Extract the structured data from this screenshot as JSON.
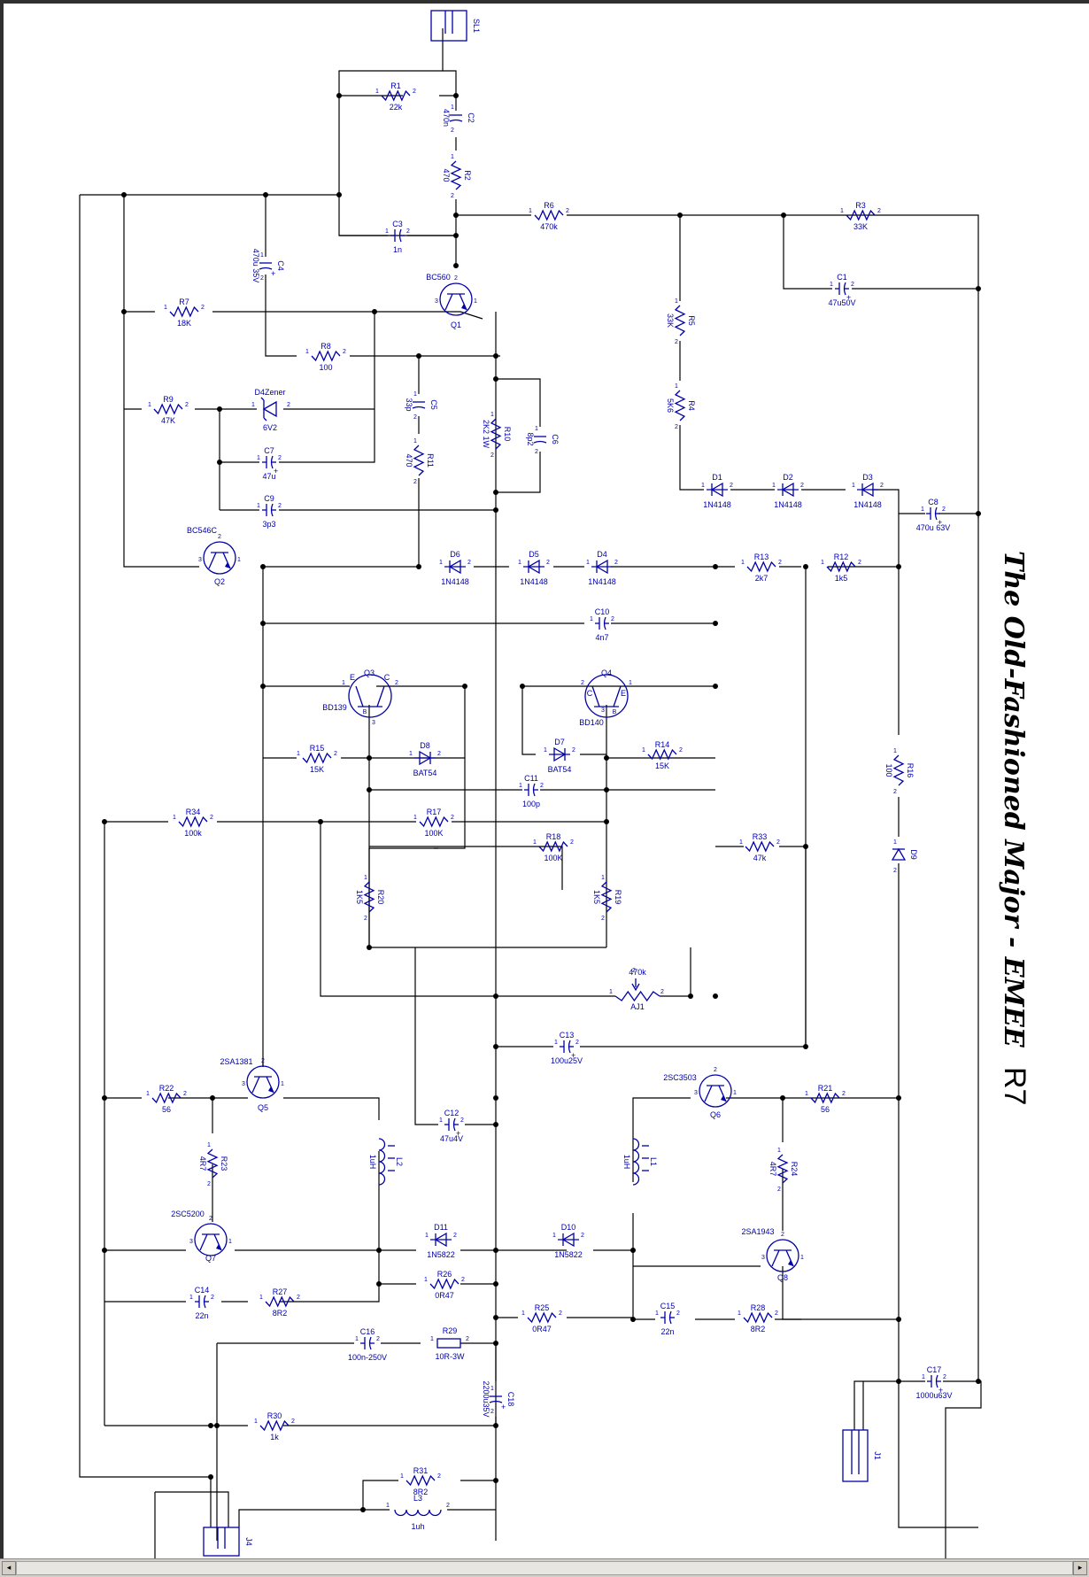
{
  "title": "The Old-Fashioned Major - EMEE",
  "revision": "R7",
  "colors": {
    "symbol": "#0000a8",
    "wire": "#000000"
  },
  "components": {
    "SL1": {
      "ref": "SL1"
    },
    "R1": {
      "ref": "R1",
      "value": "22k"
    },
    "C2": {
      "ref": "C2",
      "value": "470n"
    },
    "R2": {
      "ref": "R2",
      "value": "470"
    },
    "C3": {
      "ref": "C3",
      "value": "1n"
    },
    "C4": {
      "ref": "C4",
      "value": "470u 35V"
    },
    "R6": {
      "ref": "R6",
      "value": "470k"
    },
    "R3": {
      "ref": "R3",
      "value": "33K"
    },
    "C1": {
      "ref": "C1",
      "value": "47u50V"
    },
    "Q1": {
      "ref": "Q1",
      "value": "BC560"
    },
    "R7": {
      "ref": "R7",
      "value": "18K"
    },
    "R8": {
      "ref": "R8",
      "value": "100"
    },
    "R5": {
      "ref": "R5",
      "value": "33K"
    },
    "R4": {
      "ref": "R4",
      "value": "5K6"
    },
    "R9": {
      "ref": "R9",
      "value": "47K"
    },
    "D4Z": {
      "ref": "D4Zener",
      "value": "6V2"
    },
    "C5": {
      "ref": "C5",
      "value": "33p"
    },
    "R10": {
      "ref": "R10",
      "value": "2K2 1W"
    },
    "C6": {
      "ref": "C6",
      "value": "8p2"
    },
    "C7": {
      "ref": "C7",
      "value": "47u"
    },
    "R11": {
      "ref": "R11",
      "value": "470"
    },
    "C9": {
      "ref": "C9",
      "value": "3p3"
    },
    "D1": {
      "ref": "D1",
      "value": "1N4148"
    },
    "D2": {
      "ref": "D2",
      "value": "1N4148"
    },
    "D3": {
      "ref": "D3",
      "value": "1N4148"
    },
    "C8": {
      "ref": "C8",
      "value": "470u 63V"
    },
    "Q2": {
      "ref": "Q2",
      "value": "BC546C"
    },
    "D6": {
      "ref": "D6",
      "value": "1N4148"
    },
    "D5": {
      "ref": "D5",
      "value": "1N4148"
    },
    "D4": {
      "ref": "D4",
      "value": "1N4148"
    },
    "R13": {
      "ref": "R13",
      "value": "2k7"
    },
    "R12": {
      "ref": "R12",
      "value": "1k5"
    },
    "C10": {
      "ref": "C10",
      "value": "4n7"
    },
    "Q3": {
      "ref": "Q3",
      "value": "BD139"
    },
    "Q4": {
      "ref": "Q4",
      "value": "BD140"
    },
    "R15": {
      "ref": "R15",
      "value": "15K"
    },
    "D8": {
      "ref": "D8",
      "value": "BAT54"
    },
    "D7": {
      "ref": "D7",
      "value": "BAT54"
    },
    "R14": {
      "ref": "R14",
      "value": "15K"
    },
    "R16": {
      "ref": "R16",
      "value": "100"
    },
    "C11": {
      "ref": "C11",
      "value": "100p"
    },
    "R34": {
      "ref": "R34",
      "value": "100k"
    },
    "R17": {
      "ref": "R17",
      "value": "100K"
    },
    "R18": {
      "ref": "R18",
      "value": "100K"
    },
    "R33": {
      "ref": "R33",
      "value": "47k"
    },
    "D9": {
      "ref": "D9"
    },
    "R20": {
      "ref": "R20",
      "value": "1K5"
    },
    "R19": {
      "ref": "R19",
      "value": "1K5"
    },
    "AJ1": {
      "ref": "AJ1",
      "value": "470k"
    },
    "C13": {
      "ref": "C13",
      "value": "100u25V"
    },
    "Q5": {
      "ref": "Q5",
      "value": "2SA1381"
    },
    "R22": {
      "ref": "R22",
      "value": "56"
    },
    "Q6": {
      "ref": "Q6",
      "value": "2SC3503"
    },
    "R21": {
      "ref": "R21",
      "value": "56"
    },
    "R23": {
      "ref": "R23",
      "value": "4R7"
    },
    "C12": {
      "ref": "C12",
      "value": "47u4V"
    },
    "L2": {
      "ref": "L2",
      "value": "1uH"
    },
    "L1": {
      "ref": "L1",
      "value": "1uH"
    },
    "R24": {
      "ref": "R24",
      "value": "4R7"
    },
    "Q7": {
      "ref": "Q7",
      "value": "2SC5200"
    },
    "D11": {
      "ref": "D11",
      "value": "1N5822"
    },
    "D10": {
      "ref": "D10",
      "value": "1N5822"
    },
    "Q8": {
      "ref": "Q8",
      "value": "2SA1943"
    },
    "C14": {
      "ref": "C14",
      "value": "22n"
    },
    "R27": {
      "ref": "R27",
      "value": "8R2"
    },
    "R26": {
      "ref": "R26",
      "value": "0R47"
    },
    "R25": {
      "ref": "R25",
      "value": "0R47"
    },
    "C15": {
      "ref": "C15",
      "value": "22n"
    },
    "R28": {
      "ref": "R28",
      "value": "8R2"
    },
    "C16": {
      "ref": "C16",
      "value": "100n-250V"
    },
    "R29": {
      "ref": "R29",
      "value": "10R-3W"
    },
    "C18": {
      "ref": "C18",
      "value": "2200u35V"
    },
    "C17": {
      "ref": "C17",
      "value": "1000u63V"
    },
    "R30": {
      "ref": "R30",
      "value": "1k"
    },
    "J1": {
      "ref": "J1"
    },
    "R31": {
      "ref": "R31",
      "value": "8R2"
    },
    "L3": {
      "ref": "L3",
      "value": "1uh"
    },
    "J4": {
      "ref": "J4"
    }
  },
  "pins": {
    "p1": "1",
    "p2": "2",
    "p3": "3",
    "e": "E",
    "c": "C",
    "b": "B"
  }
}
